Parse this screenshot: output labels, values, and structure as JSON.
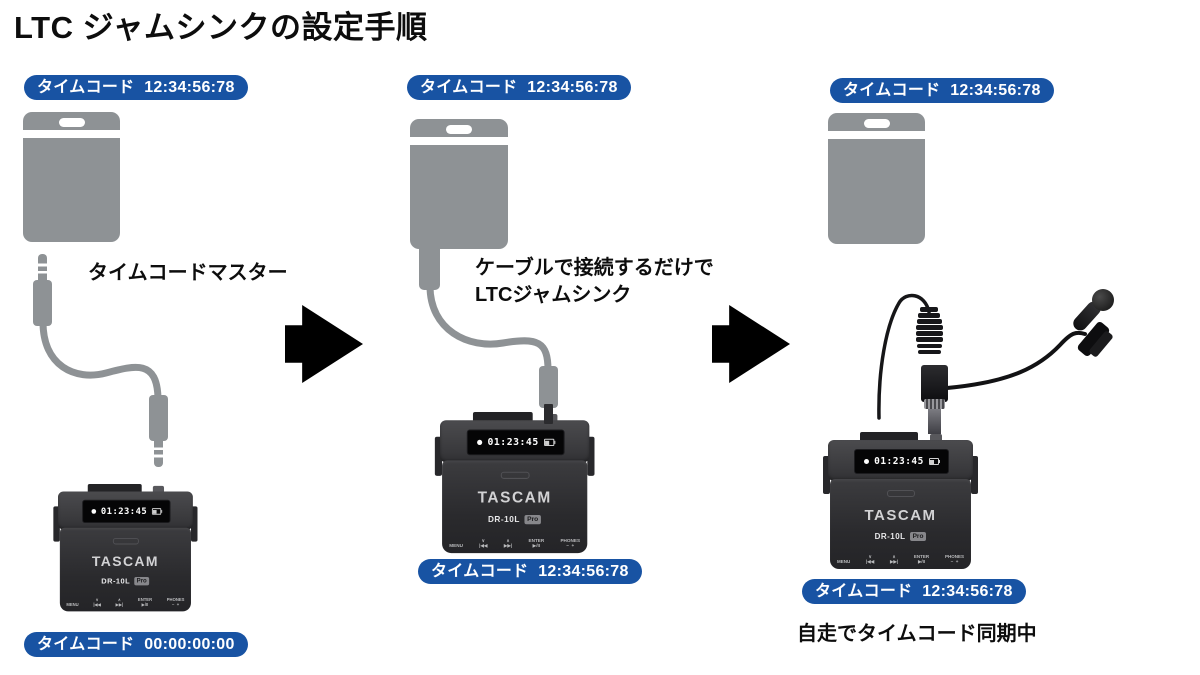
{
  "title": "LTC ジャムシンクの設定手順",
  "colors": {
    "badge_blue": "#1853a3",
    "device_gray": "#8e9295",
    "arrow_black": "#000000"
  },
  "panels": [
    {
      "top_badge": "タイムコード 12:34:56:78",
      "caption": "タイムコードマスター",
      "bottom_badge": "タイムコード 00:00:00:00"
    },
    {
      "top_badge": "タイムコード 12:34:56:78",
      "caption_line1": "ケーブルで接続するだけで",
      "caption_line2": "LTCジャムシンク",
      "bottom_badge": "タイムコード 12:34:56:78"
    },
    {
      "top_badge": "タイムコード 12:34:56:78",
      "bottom_badge": "タイムコード 12:34:56:78",
      "caption": "自走でタイムコード同期中"
    }
  ],
  "recorder": {
    "brand": "TASCAM",
    "model": "DR-10L",
    "model_badge": "Pro",
    "display_time": "01:23:45",
    "buttons": [
      {
        "top": " ",
        "bottom": "MENU"
      },
      {
        "top": "∨",
        "bottom": "|◀◀"
      },
      {
        "top": "∧",
        "bottom": "▶▶|"
      },
      {
        "top": "ENTER",
        "bottom": "▶/II"
      },
      {
        "top": "PHONES",
        "bottom": "−  +"
      }
    ]
  },
  "icons": {
    "record_indicator": "record-dot",
    "battery": "battery-icon"
  }
}
